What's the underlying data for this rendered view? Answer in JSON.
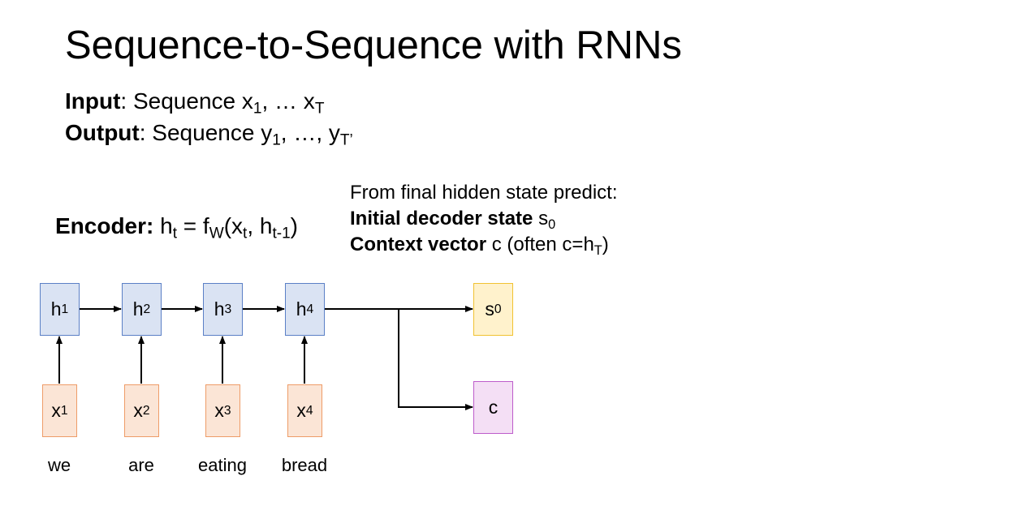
{
  "title": "Sequence-to-Sequence with RNNs",
  "input": {
    "label": "Input",
    "rest": ": Sequence x",
    "sub1": "1",
    "mid": ", … x",
    "subT": "T"
  },
  "output": {
    "label": "Output",
    "rest": ": Sequence y",
    "sub1": "1",
    "mid": ", …, y",
    "subT": "T’"
  },
  "encoder": {
    "label": "Encoder:",
    "eq1": " h",
    "sub_t1": "t",
    "eq2": " = f",
    "sub_W": "W",
    "eq3": "(x",
    "sub_t2": "t",
    "eq4": ", h",
    "sub_tm1": "t-1",
    "eq5": ")"
  },
  "predict": {
    "line1": "From final hidden state predict:",
    "line2_bold": "Initial decoder state",
    "line2_text": " s",
    "line2_sub": "0",
    "line3_bold": "Context vector",
    "line3_text": " c (often c=h",
    "line3_sub": "T",
    "line3_end": ")"
  },
  "hidden_states": [
    {
      "base": "h",
      "sub": "1"
    },
    {
      "base": "h",
      "sub": "2"
    },
    {
      "base": "h",
      "sub": "3"
    },
    {
      "base": "h",
      "sub": "4"
    }
  ],
  "inputs": [
    {
      "base": "x",
      "sub": "1"
    },
    {
      "base": "x",
      "sub": "2"
    },
    {
      "base": "x",
      "sub": "3"
    },
    {
      "base": "x",
      "sub": "4"
    }
  ],
  "words": [
    "we",
    "are",
    "eating",
    "bread"
  ],
  "s0": {
    "base": "s",
    "sub": "0"
  },
  "c": {
    "base": "c"
  },
  "colors": {
    "hidden_fill": "#dae3f3",
    "hidden_border": "#5b80c6",
    "input_fill": "#fbe5d6",
    "input_border": "#ee9c68",
    "s0_fill": "#fff2cc",
    "s0_border": "#f1c232",
    "c_fill": "#f4dff5",
    "c_border": "#bd5ccb"
  }
}
